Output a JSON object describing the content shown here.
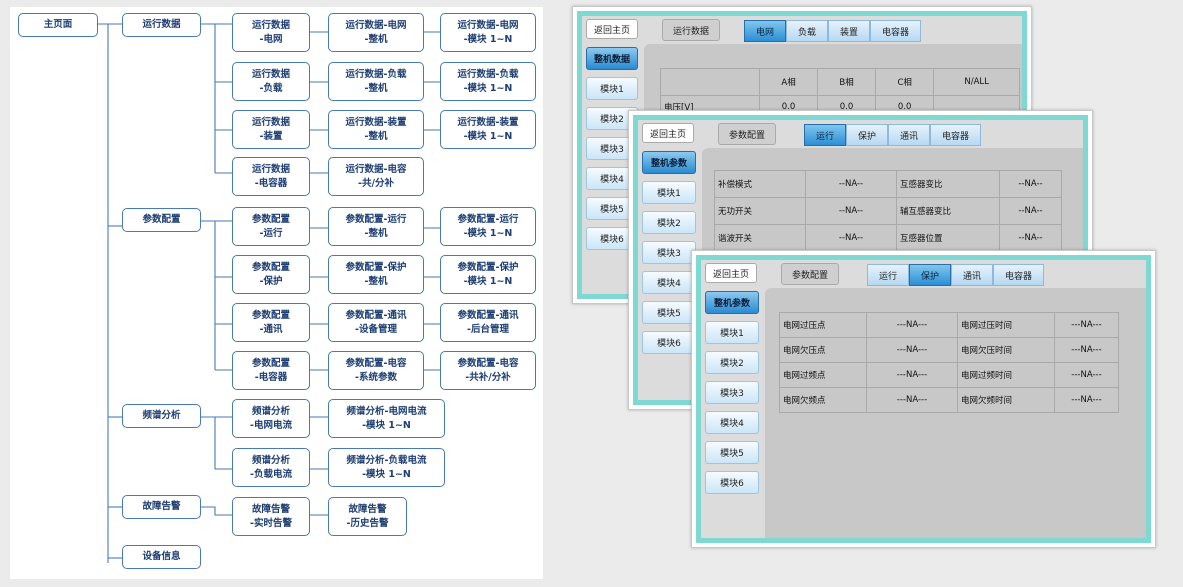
{
  "tree": {
    "root": "主页面",
    "categories": [
      "运行数据",
      "参数配置",
      "频谱分析",
      "故障告警",
      "设备信息"
    ],
    "nodes": [
      "运行数据\n-电网",
      "运行数据-电网\n-整机",
      "运行数据-电网\n-模块 1~N",
      "运行数据\n-负载",
      "运行数据-负载\n-整机",
      "运行数据-负载\n-模块 1~N",
      "运行数据\n-装置",
      "运行数据-装置\n-整机",
      "运行数据-装置\n-模块 1~N",
      "运行数据\n-电容器",
      "运行数据-电容\n-共/分补",
      "参数配置\n-运行",
      "参数配置-运行\n-整机",
      "参数配置-运行\n-模块 1~N",
      "参数配置\n-保护",
      "参数配置-保护\n-整机",
      "参数配置-保护\n-模块 1~N",
      "参数配置\n-通讯",
      "参数配置-通讯\n-设备管理",
      "参数配置-通讯\n-后台管理",
      "参数配置\n-电容器",
      "参数配置-电容\n-系统参数",
      "参数配置-电容\n-共补/分补",
      "频谱分析\n-电网电流",
      "频谱分析-电网电流\n-模块 1~N",
      "频谱分析\n-负载电流",
      "频谱分析-负载电流\n-模块 1~N",
      "故障告警\n-实时告警",
      "故障告警\n-历史告警"
    ]
  },
  "screen1": {
    "home": "返回主页",
    "section": "运行数据",
    "tabs": [
      "电网",
      "负载",
      "装置",
      "电容器"
    ],
    "sidebar": [
      "整机数据",
      "模块1",
      "模块2",
      "模块3",
      "模块4",
      "模块5",
      "模块6"
    ],
    "headers": [
      "",
      "A相",
      "B相",
      "C相",
      "N/ALL"
    ],
    "rows": [
      [
        "电压[V]",
        "0.0",
        "0.0",
        "0.0",
        ""
      ]
    ]
  },
  "screen2": {
    "home": "返回主页",
    "section": "参数配置",
    "tabs": [
      "运行",
      "保护",
      "通讯",
      "电容器"
    ],
    "sidebar": [
      "整机参数",
      "模块1",
      "模块2",
      "模块3",
      "模块4",
      "模块5",
      "模块6"
    ],
    "rows": [
      [
        "补偿模式",
        "--NA--",
        "互感器变比",
        "--NA--"
      ],
      [
        "无功开关",
        "--NA--",
        "辅互感器变比",
        "--NA--"
      ],
      [
        "谐波开关",
        "--NA--",
        "互感器位置",
        "--NA--"
      ]
    ]
  },
  "screen3": {
    "home": "返回主页",
    "section": "参数配置",
    "tabs": [
      "运行",
      "保护",
      "通讯",
      "电容器"
    ],
    "sidebar": [
      "整机参数",
      "模块1",
      "模块2",
      "模块3",
      "模块4",
      "模块5",
      "模块6"
    ],
    "rows": [
      [
        "电网过压点",
        "---NA---",
        "电网过压时间",
        "---NA---"
      ],
      [
        "电网欠压点",
        "---NA---",
        "电网欠压时间",
        "---NA---"
      ],
      [
        "电网过频点",
        "---NA---",
        "电网过频时间",
        "---NA---"
      ],
      [
        "电网欠频点",
        "---NA---",
        "电网欠频时间",
        "---NA---"
      ]
    ]
  },
  "colors": {
    "frame": "#7fd9d3",
    "tab_active": "#2c8fd4",
    "node_border": "#4a7ab3",
    "node_text": "#1f3f73"
  }
}
